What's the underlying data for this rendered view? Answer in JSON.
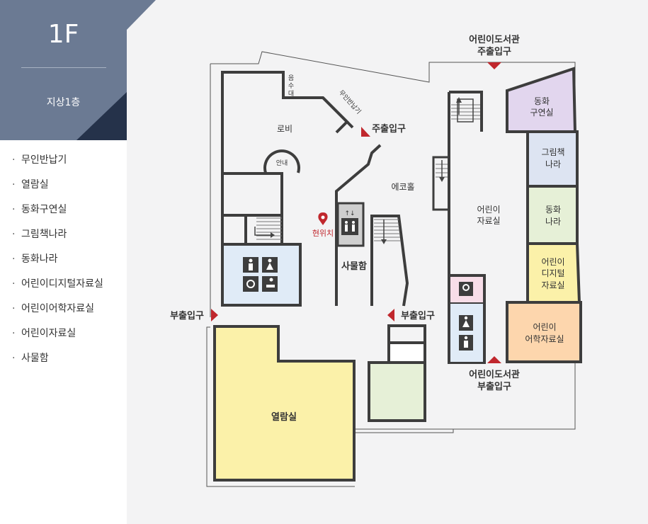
{
  "floor": {
    "title": "1F",
    "subtitle": "지상1층"
  },
  "rooms": [
    "무인반납기",
    "열람실",
    "동화구연실",
    "그림책나라",
    "동화나라",
    "어린이디지털자료실",
    "어린이어학자료실",
    "어린이자료실",
    "사물함"
  ],
  "map": {
    "main_entrance_top": [
      "어린이도서관",
      "주출입구"
    ],
    "sub_entrance_bottom": [
      "어린이도서관",
      "부출입구"
    ],
    "main_entrance": "주출입구",
    "sub_entrance_left": "부출입구",
    "sub_entrance_right": "부출입구",
    "lobby": "로비",
    "info": "안내",
    "echo_hall": "에코홀",
    "current_location": "현위치",
    "lockers": "사물함",
    "drinking_water": [
      "음",
      "수",
      "대"
    ],
    "return_machine": "무인반납기",
    "reading_room": "열람실",
    "storytelling_room": [
      "동화",
      "구연실"
    ],
    "picture_book": [
      "그림책",
      "나라"
    ],
    "fairy_tale": [
      "동화",
      "나라"
    ],
    "kids_materials": [
      "어린이",
      "자료실"
    ],
    "kids_digital": [
      "어린이",
      "디지털",
      "자료실"
    ],
    "kids_language": [
      "어린이",
      "어학자료실"
    ]
  },
  "colors": {
    "header": "#6b7a93",
    "header_dark": "#25324a",
    "accent_red": "#c0272d",
    "purple": "#e2d6ee",
    "blue": "#dde4f2",
    "green": "#e6f0d7",
    "yellow": "#fbf1a9",
    "orange": "#fdd6ad",
    "restroom": "#e0ebf7",
    "pink": "#f7dde8"
  }
}
